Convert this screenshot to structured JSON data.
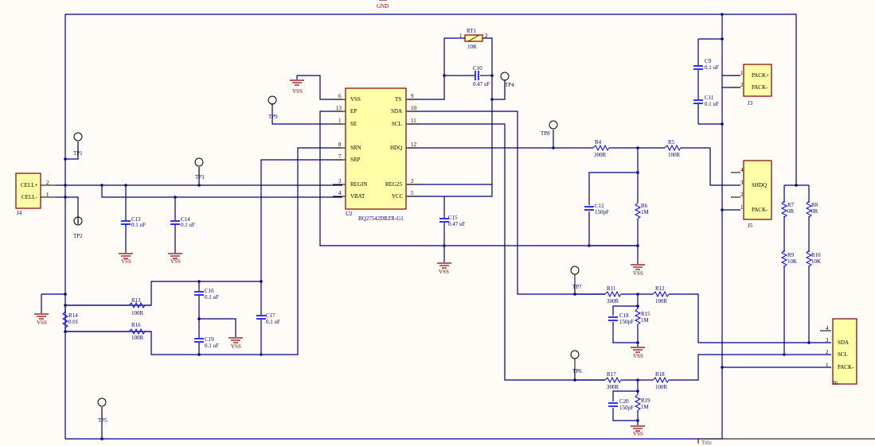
{
  "schematic": {
    "ground_label": "GND",
    "vss_label": "VSS",
    "title_label": "Title",
    "colors": {
      "wire": "#000080",
      "component": "#0000ff",
      "ground": "#800000",
      "body_fill": "#ffffa8",
      "body_border": "#800000",
      "background": "#fffcf7"
    },
    "ic": {
      "designator": "U2",
      "part": "BQ27542DRZR-G1",
      "left_pins": [
        {
          "num": "6",
          "name": "VSS"
        },
        {
          "num": "13",
          "name": "EP"
        },
        {
          "num": "1",
          "name": "SE"
        },
        {
          "num": "8",
          "name": "SRN"
        },
        {
          "num": "7",
          "name": "SRP"
        },
        {
          "num": "3",
          "name": "REGIN"
        },
        {
          "num": "4",
          "name": "VBAT"
        }
      ],
      "right_pins": [
        {
          "num": "9",
          "name": "TS"
        },
        {
          "num": "10",
          "name": "SDA"
        },
        {
          "num": "11",
          "name": "SCL"
        },
        {
          "num": "12",
          "name": "HDQ"
        },
        {
          "num": "2",
          "name": "REG25"
        },
        {
          "num": "5",
          "name": "VCC"
        }
      ]
    },
    "connectors": {
      "J4": {
        "designator": "J4",
        "pins": [
          {
            "num": "2",
            "name": "CELL+"
          },
          {
            "num": "1",
            "name": "CELL-"
          }
        ]
      },
      "J3": {
        "designator": "J3",
        "pins": [
          {
            "num": "1",
            "name": "PACK+"
          },
          {
            "num": "2",
            "name": "PACK-"
          }
        ]
      },
      "J5": {
        "designator": "J5",
        "pins": [
          {
            "num": "4",
            "name": ""
          },
          {
            "num": "3",
            "name": "SHDQ"
          },
          {
            "num": "2",
            "name": ""
          },
          {
            "num": "1",
            "name": "PACK-"
          }
        ]
      },
      "J6": {
        "designator": "J6",
        "pins": [
          {
            "num": "4",
            "name": ""
          },
          {
            "num": "3",
            "name": "SDA"
          },
          {
            "num": "2",
            "name": "SCL"
          },
          {
            "num": "1",
            "name": "PACK-"
          }
        ]
      }
    },
    "thermistor": {
      "designator": "RT1",
      "value": "10K",
      "pin1": "1",
      "pin2": "2"
    },
    "resistors": {
      "R4": {
        "d": "R4",
        "v": "300R"
      },
      "R5": {
        "d": "R5",
        "v": "100R"
      },
      "R6": {
        "d": "R6",
        "v": "1M"
      },
      "R7": {
        "d": "R7",
        "v": "0R"
      },
      "R8": {
        "d": "R8",
        "v": "0R"
      },
      "R9": {
        "d": "R9",
        "v": "10K"
      },
      "R10": {
        "d": "R10",
        "v": "10K"
      },
      "R11": {
        "d": "R11",
        "v": "300R"
      },
      "R12": {
        "d": "R12",
        "v": "100R"
      },
      "R13": {
        "d": "R13",
        "v": "100R"
      },
      "R14": {
        "d": "R14",
        "v": "0.01"
      },
      "R15": {
        "d": "R15",
        "v": "1M"
      },
      "R16": {
        "d": "R16",
        "v": "100R"
      },
      "R17": {
        "d": "R17",
        "v": "300R"
      },
      "R18": {
        "d": "R18",
        "v": "100R"
      },
      "R19": {
        "d": "R19",
        "v": "1M"
      }
    },
    "capacitors": {
      "C9": {
        "d": "C9",
        "v": "0.1 uF"
      },
      "C10": {
        "d": "C10",
        "v": "0.47 uF"
      },
      "C11": {
        "d": "C11",
        "v": "0.1 uF"
      },
      "C12": {
        "d": "C12",
        "v": "150pF"
      },
      "C13": {
        "d": "C13",
        "v": "0.1 uF"
      },
      "C14": {
        "d": "C14",
        "v": "0.1 uF"
      },
      "C15": {
        "d": "C15",
        "v": "0.47 uF"
      },
      "C16": {
        "d": "C16",
        "v": "0.1 uF"
      },
      "C17": {
        "d": "C17",
        "v": "0.1 uF"
      },
      "C18": {
        "d": "C18",
        "v": "150pF"
      },
      "C19": {
        "d": "C19",
        "v": "0.1 uF"
      },
      "C20": {
        "d": "C20",
        "v": "150pF"
      }
    },
    "test_points": {
      "TP1": "TP1",
      "TP2": "TP2",
      "TP3": "TP3",
      "TP4": "TP4",
      "TP5": "TP5",
      "TP6": "TP6",
      "TP7": "TP7",
      "TP8": "TP8",
      "TP9": "TP9"
    }
  }
}
